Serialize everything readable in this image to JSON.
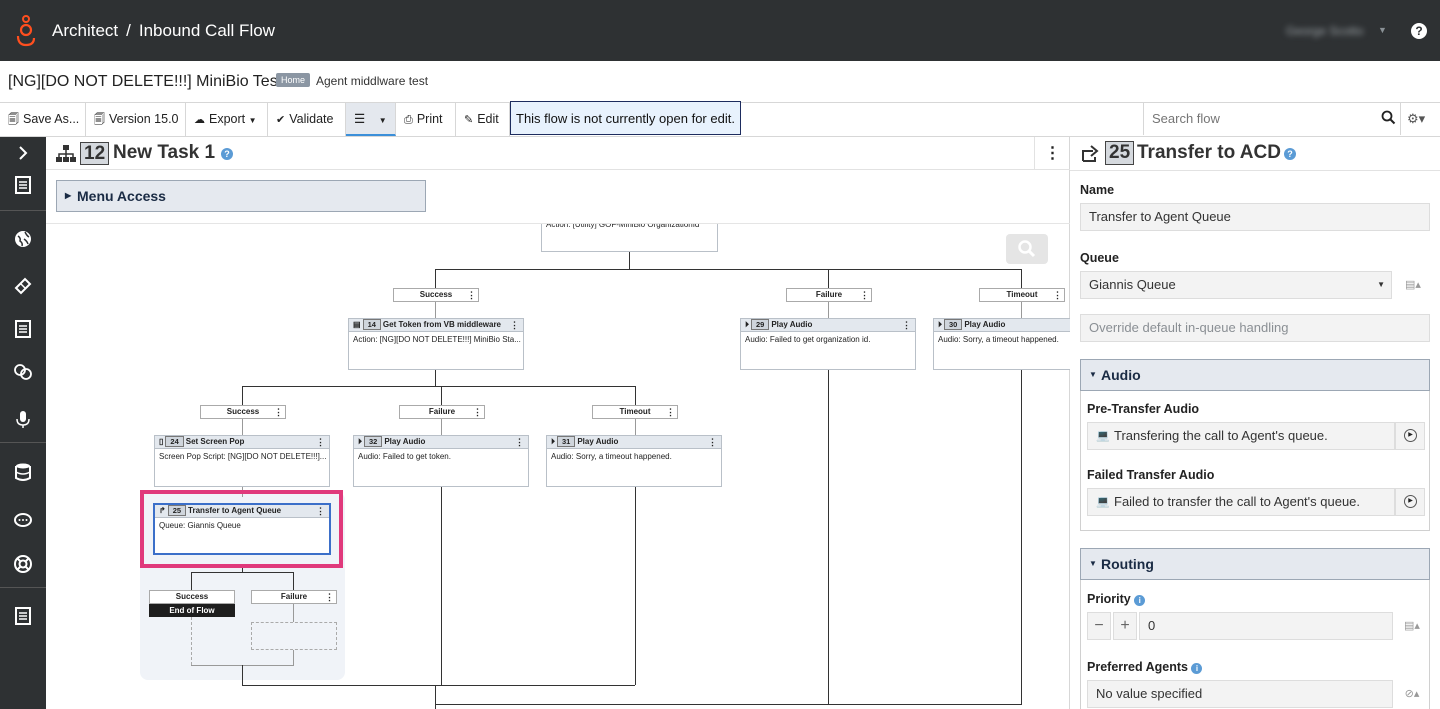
{
  "header": {
    "app": "Architect",
    "separator": "/",
    "section": "Inbound Call Flow",
    "user": "George Scotto",
    "help": "?"
  },
  "flow": {
    "name": "[NG][DO NOT DELETE!!!] MiniBio Test",
    "badge": "Home",
    "description": "Agent middlware test"
  },
  "toolbar": {
    "save_as": "Save As...",
    "version": "Version 15.0",
    "export": "Export",
    "validate": "Validate",
    "print": "Print",
    "edit": "Edit",
    "edit_message": "This flow is not currently open for edit.",
    "search_placeholder": "Search flow"
  },
  "task": {
    "number": "12",
    "title": "New Task 1",
    "menu_access": "Menu Access"
  },
  "nodes": {
    "top_action": "Action: [Utility] GOF-MiniBio OrganizationId",
    "get_token": {
      "num": "14",
      "title": "Get Token from VB middleware",
      "body": "Action: [NG][DO NOT DELETE!!!] MiniBio Sta..."
    },
    "play29": {
      "num": "29",
      "title": "Play Audio",
      "body": "Audio: Failed to get organization id."
    },
    "play30": {
      "num": "30",
      "title": "Play Audio",
      "body": "Audio: Sorry, a timeout happened."
    },
    "screenpop": {
      "num": "24",
      "title": "Set Screen Pop",
      "body": "Screen Pop Script: [NG][DO NOT DELETE!!!]..."
    },
    "play32": {
      "num": "32",
      "title": "Play Audio",
      "body": "Audio: Failed to get token."
    },
    "play31": {
      "num": "31",
      "title": "Play Audio",
      "body": "Audio: Sorry, a timeout happened."
    },
    "transfer": {
      "num": "25",
      "title": "Transfer to Agent Queue",
      "body": "Queue: Giannis Queue"
    },
    "end_of_flow": "End of Flow"
  },
  "labels": {
    "success": "Success",
    "failure": "Failure",
    "timeout": "Timeout"
  },
  "panel": {
    "number": "25",
    "title": "Transfer to ACD",
    "name_label": "Name",
    "name_value": "Transfer to Agent Queue",
    "queue_label": "Queue",
    "queue_value": "Giannis Queue",
    "override": "Override default in-queue handling",
    "audio_section": "Audio",
    "pre_transfer_label": "Pre-Transfer Audio",
    "pre_transfer_value": "Transfering the call to Agent's queue.",
    "failed_transfer_label": "Failed Transfer Audio",
    "failed_transfer_value": "Failed to transfer the call to Agent's queue.",
    "routing_section": "Routing",
    "priority_label": "Priority",
    "priority_value": "0",
    "preferred_label": "Preferred Agents",
    "preferred_value": "No value specified"
  },
  "colors": {
    "topbar": "#2e3133",
    "logo": "#ff4f1f",
    "selection": "#e0397b",
    "accent": "#3b8fd9"
  }
}
